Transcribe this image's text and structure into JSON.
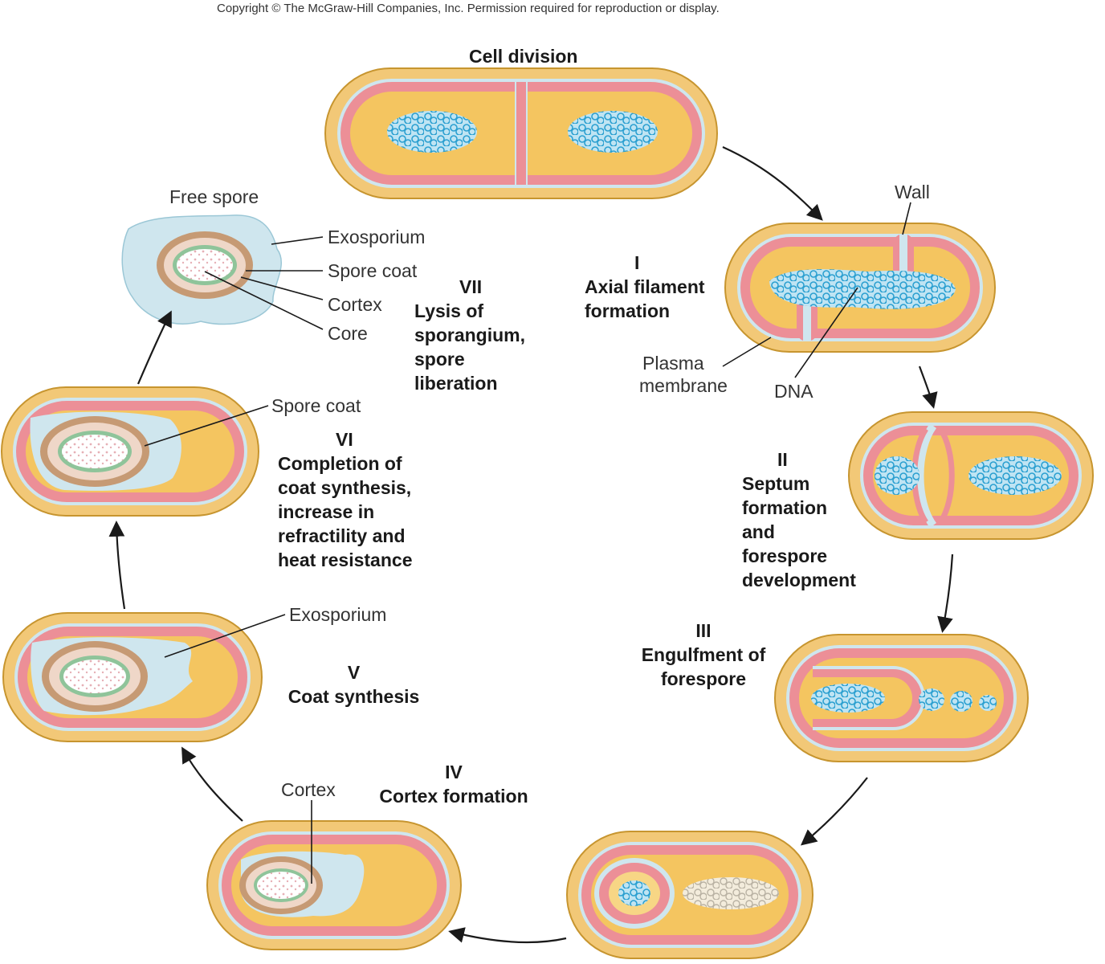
{
  "copyright": "Copyright © The McGraw-Hill Companies, Inc. Permission required for reproduction or display.",
  "colors": {
    "cell_wall": "#f2c877",
    "cell_wall_edge": "#c7952f",
    "membrane": "#ec8f97",
    "cytoplasm": "#f4c560",
    "cytoplasm_light": "#f7d685",
    "exosporium": "#cfe6ee",
    "spore_coat": "#c69a74",
    "cortex": "#efd7c8",
    "core_ring": "#8fc49a",
    "dna": "#2a9fd0"
  },
  "stages": {
    "cell_division": {
      "title": "Cell division"
    },
    "stage1": {
      "numeral": "I",
      "lines": [
        "Axial filament",
        "formation"
      ]
    },
    "stage2": {
      "numeral": "II",
      "lines": [
        "Septum",
        "formation",
        "and",
        "forespore",
        "development"
      ]
    },
    "stage3": {
      "numeral": "III",
      "lines": [
        "Engulfment of",
        "forespore"
      ]
    },
    "stage4": {
      "numeral": "IV",
      "lines": [
        "Cortex formation"
      ]
    },
    "stage5": {
      "numeral": "V",
      "lines": [
        "Coat synthesis"
      ]
    },
    "stage6": {
      "numeral": "VI",
      "lines": [
        "Completion of",
        "coat synthesis,",
        "increase in",
        "refractility and",
        "heat resistance"
      ]
    },
    "stage7": {
      "numeral": "VII",
      "lines": [
        "Lysis of",
        "sporangium,",
        "spore",
        "liberation"
      ]
    }
  },
  "labels": {
    "free_spore": "Free spore",
    "exosporium": "Exosporium",
    "spore_coat": "Spore coat",
    "cortex": "Cortex",
    "core": "Core",
    "wall": "Wall",
    "plasma_membrane": [
      "Plasma",
      "membrane"
    ],
    "dna": "DNA",
    "spore_coat_6": "Spore coat",
    "exosporium_5": "Exosporium",
    "cortex_4": "Cortex"
  }
}
